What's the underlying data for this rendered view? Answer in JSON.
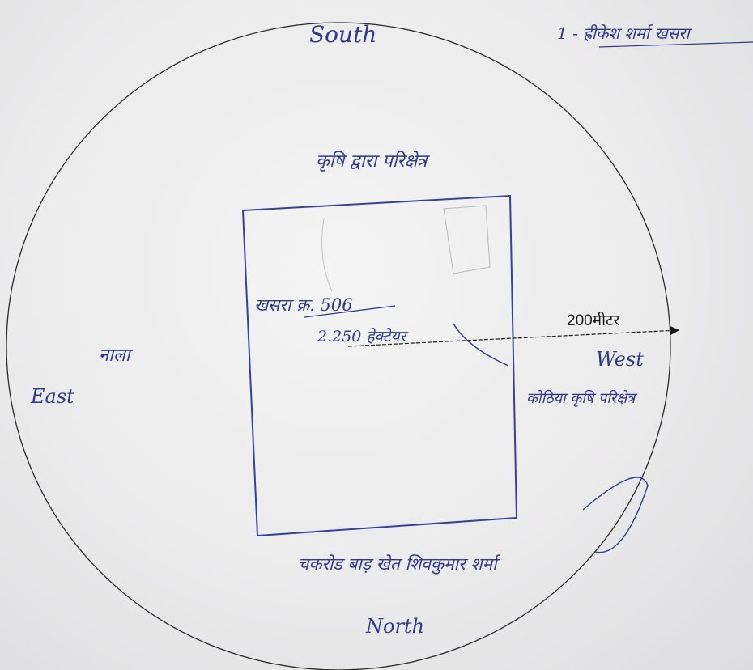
{
  "header_note": "1 - ह्रीकेश शर्मा खसरा",
  "directions": {
    "top": "South",
    "bottom": "North",
    "left": "East",
    "right": "West"
  },
  "plot": {
    "number_label": "खसरा क्र. 506",
    "area_label": "2.250 हेक्टेयर"
  },
  "neighbors": {
    "top": "कृषि द्वारा परिक्षेत्र",
    "left": "नाला",
    "right": "कोठिया कृषि परिक्षेत्र",
    "bottom": "चकरोड बाड़ खेत शिवकुमार शर्मा"
  },
  "radius_label": "200मीटर",
  "colors": {
    "ink": "#2f3a8c",
    "pencil": "#2a2a2a",
    "paper": "#ecebec"
  }
}
